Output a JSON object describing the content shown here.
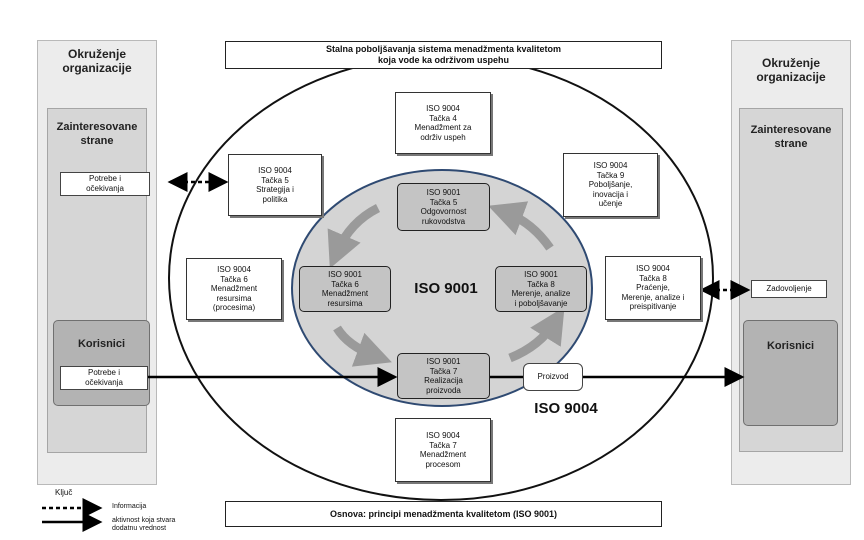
{
  "left": {
    "title": "Okruženje\norganizacije",
    "stakeholders": "Zainteresovane\nstrane",
    "needs": "Potrebe i\nočekivanja",
    "users": "Korisnici",
    "user_needs": "Potrebe i\nočekivanja"
  },
  "right": {
    "title": "Okruženje\norganizacije",
    "stakeholders": "Zainteresovane\nstrane",
    "satisfaction": "Zadovoljenje",
    "users": "Korisnici"
  },
  "top_banner": "Stalna poboljšavanja sistema menadžmenta kvalitetom\nkoja vode ka održivom uspehu",
  "bottom_banner": "Osnova: principi menadžmenta kvalitetom (ISO 9001)",
  "outer_boxes": {
    "top": "ISO 9004\nTačka 4\nMenadžment za\nodrživ uspeh",
    "top_left": "ISO 9004\nTačka 5\nStrategija i\npolitika",
    "top_right": "ISO 9004\nTačka 9\nPoboljšanje,\ninovacija i\nučenje",
    "left": "ISO 9004\nTačka 6\nMenadžment\nresursima\n(procesima)",
    "right": "ISO 9004\nTačka 8\nPraćenje,\nMerenje, analize i\npreispitivanje",
    "bottom": "ISO 9004\nTačka 7\nMenadžment\nprocesom"
  },
  "inner_boxes": {
    "top": "ISO 9001\nTačka 5\nOdgovornost\nrukovodstva",
    "left": "ISO 9001\nTačka 6\nMenadžment\nresursima",
    "right": "ISO 9001\nTačka 8\nMerenje, analize\ni poboljšavanje",
    "bottom": "ISO 9001\nTačka 7\nRealizacija\nproizvoda"
  },
  "center_label": "ISO 9001",
  "outer_label": "ISO 9004",
  "product": "Proizvod",
  "legend": {
    "title": "Ključ",
    "info": "Informacija",
    "value": "aktivnost koja stvara\ndodatnu vrednost"
  },
  "colors": {
    "inner_ellipse": "#d4d4d4",
    "inner_ellipse_border": "#2f4a72",
    "arrow_gray": "#9a9a9a",
    "core_box": "#c4c4c4"
  },
  "icons": [
    "dashed-double-arrow",
    "solid-arrow",
    "circular-arrows"
  ]
}
